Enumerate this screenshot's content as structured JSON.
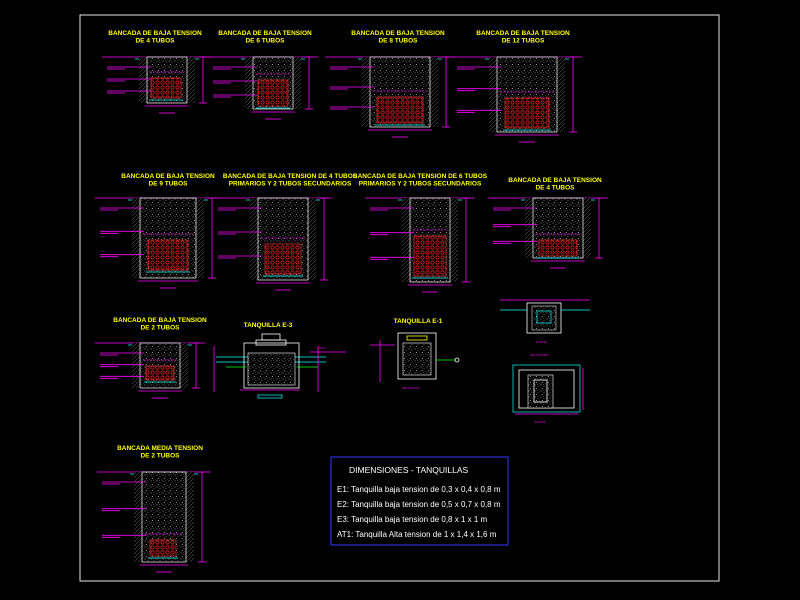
{
  "sheet": {
    "border_color": "#ffffff",
    "background": "#000000"
  },
  "details": [
    {
      "id": "bb4a",
      "title": [
        "BANCADA DE BAJA TENSION",
        "DE 4 TUBOS"
      ]
    },
    {
      "id": "bb6",
      "title": [
        "BANCADA DE BAJA TENSION",
        "DE 6 TUBOS"
      ]
    },
    {
      "id": "bb8",
      "title": [
        "BANCADA DE BAJA TENSION",
        "DE 8 TUBOS"
      ]
    },
    {
      "id": "bb12",
      "title": [
        "BANCADA DE BAJA TENSION",
        "DE 12 TUBOS"
      ]
    },
    {
      "id": "bb9",
      "title": [
        "BANCADA DE BAJA TENSION",
        "DE 9 TUBOS"
      ]
    },
    {
      "id": "bb4p2",
      "title": [
        "BANCADA DE BAJA TENSION DE 4 TUBOS",
        "PRIMARIOS Y 2 TUBOS SECUNDARIOS"
      ]
    },
    {
      "id": "bb6p2",
      "title": [
        "BANCADA DE BAJA TENSION DE 6 TUBOS",
        "PRIMARIOS Y 2 TUBOS SECUNDARIOS"
      ]
    },
    {
      "id": "bb4b",
      "title": [
        "BANCADA DE BAJA TENSION",
        "DE 4 TUBOS"
      ]
    },
    {
      "id": "bb2",
      "title": [
        "BANCADA DE BAJA TENSION",
        "DE 2 TUBOS"
      ]
    },
    {
      "id": "te3",
      "title": [
        "TANQUILLA E-3"
      ]
    },
    {
      "id": "te1",
      "title": [
        "TANQUILLA E-1"
      ]
    },
    {
      "id": "bm2",
      "title": [
        "BANCADA MEDIA TENSION",
        "DE 2 TUBOS"
      ]
    }
  ],
  "section_labels": {
    "seccion_bb": "SECCION B-B'",
    "seccion_aa": "SECCION A-A'",
    "planta_top": "PLANTA",
    "planta_bottom": "PLANTA"
  },
  "dimensions_table": {
    "title": "DIMENSIONES - TANQUILLAS",
    "rows": [
      "E1: Tanquilla baja tension de 0,3 x 0,4 x 0,8 m",
      "E2: Tanquilla baja tension de 0,5 x 0,7 x 0,8 m",
      "E3: Tanquilla baja tension de  0,8 x 1 x 1 m",
      "AT1: Tanquilla Alta tension de  1 x 1,4 x 1,6 m"
    ]
  }
}
